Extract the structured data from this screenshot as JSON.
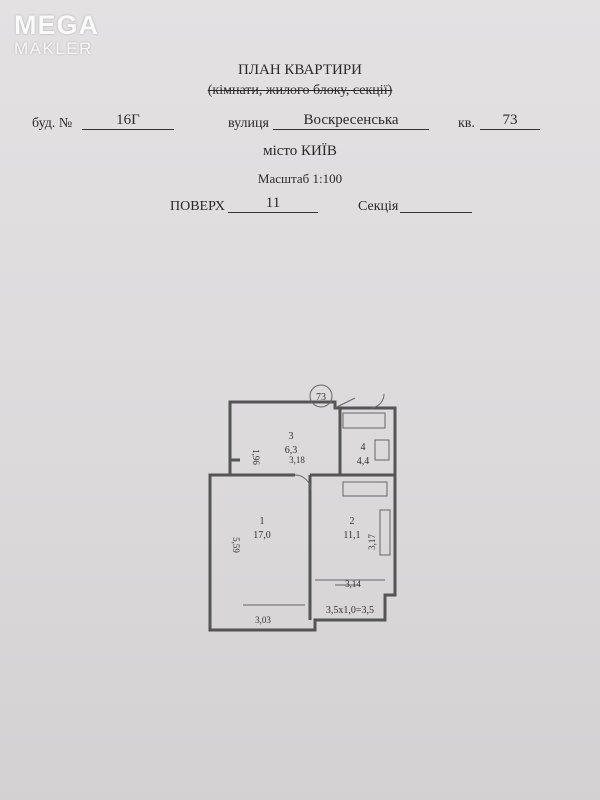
{
  "logo": {
    "line1": "MEGA",
    "line2": "MAKLER"
  },
  "header": {
    "title": "ПЛАН КВАРТИРИ",
    "subtitle": "(кімнати, жилого блоку, секції)"
  },
  "fields": {
    "building_label": "буд. №",
    "building_value": "16Г",
    "street_label": "вулиця",
    "street_value": "Воскресенська",
    "apartment_label": "кв.",
    "apartment_value": "73",
    "city": "місто КИЇВ",
    "scale": "Масштаб 1:100",
    "floor_label": "ПОВЕРХ",
    "floor_value": "11",
    "section_label": "Секція",
    "section_value": ""
  },
  "plan": {
    "apartment_tag": "73",
    "rooms": [
      {
        "number": "1",
        "area": "17,0"
      },
      {
        "number": "2",
        "area": "11,1"
      },
      {
        "number": "3",
        "area": "6,3"
      },
      {
        "number": "4",
        "area": "4,4"
      }
    ],
    "dimensions": [
      "3,18",
      "1,96",
      "5,59",
      "3,17",
      "3,14",
      "3,03"
    ],
    "balcony": "3,5x1,0=3,5"
  }
}
